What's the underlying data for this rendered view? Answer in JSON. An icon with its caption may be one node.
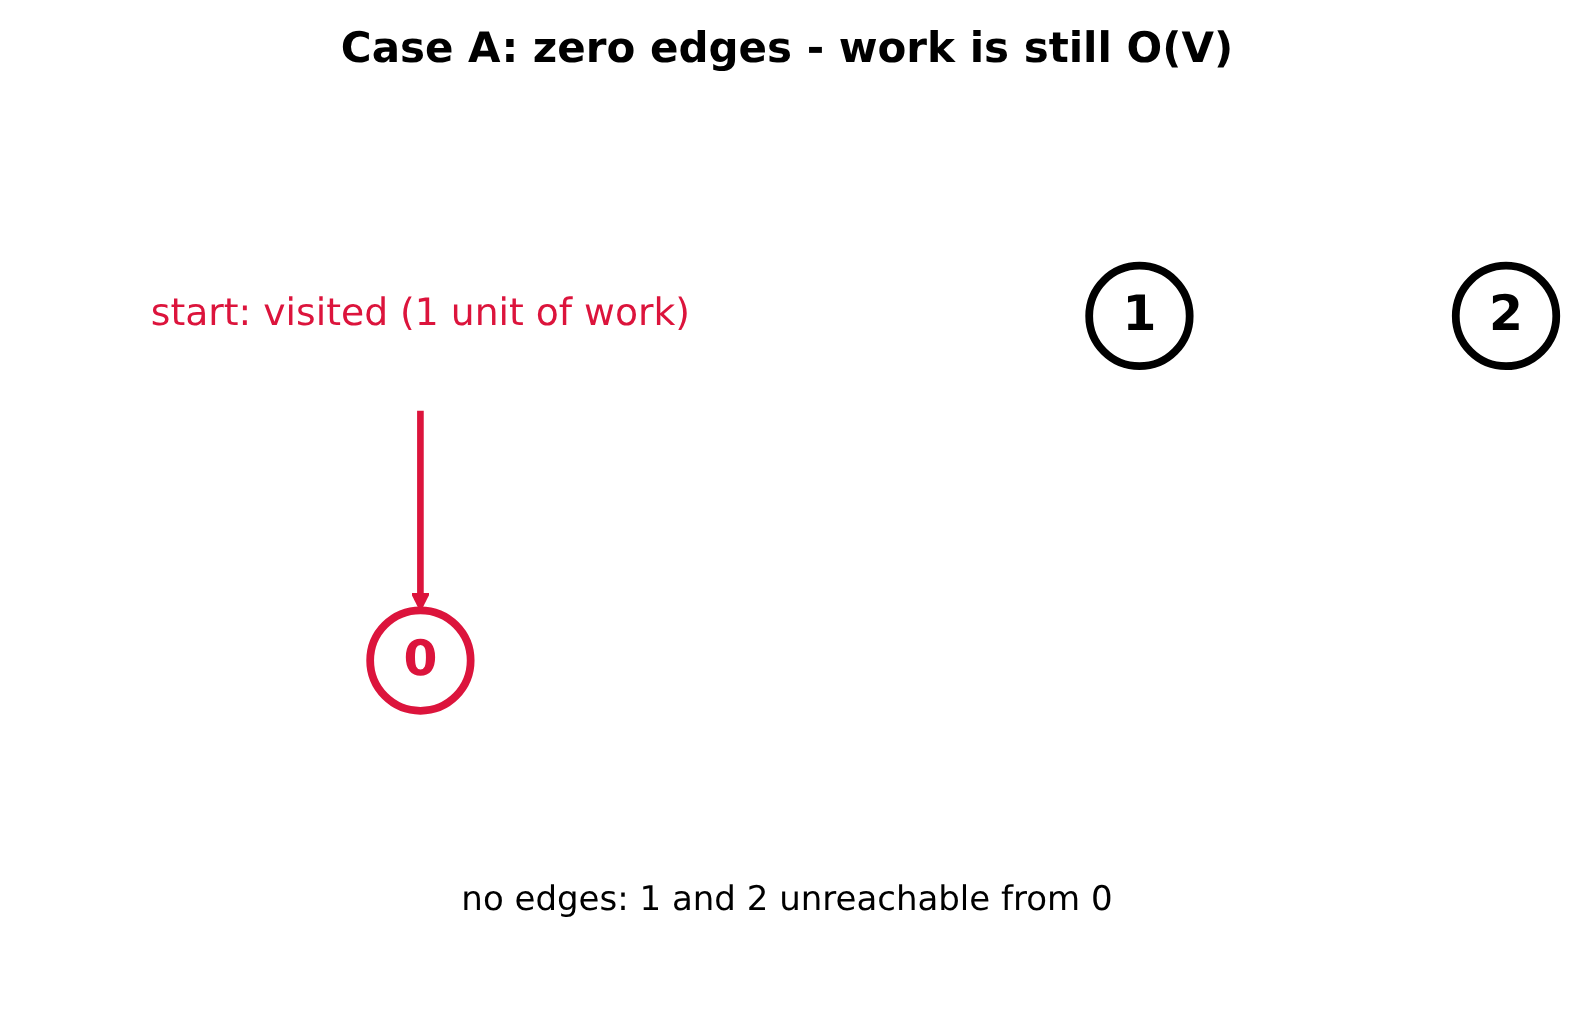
{
  "diagram": {
    "title": "Case A: zero edges - work is still O(V)",
    "nodes": [
      {
        "text": [
          "start: visited (1 unit of work)"
        ]
      },
      {
        "text": [
          "0"
        ]
      },
      {
        "text": [
          "1"
        ]
      },
      {
        "text": [
          "2"
        ]
      }
    ],
    "edges": [
      {
        "from": 0,
        "to": 1,
        "arrow": "to",
        "color": "#dc143c"
      }
    ],
    "labels": [
      "no edges: 1 and 2 unreachable from 0"
    ]
  }
}
